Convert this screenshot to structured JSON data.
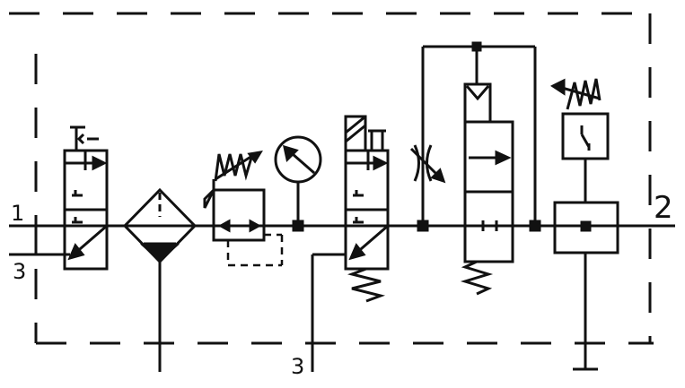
{
  "ports": {
    "inlet": "1",
    "outlet": "2",
    "exhaust_left": "3",
    "exhaust_bottom": "3"
  },
  "colors": {
    "line": "#111111",
    "background": "#ffffff"
  },
  "components": [
    "manual-shutoff-valve",
    "filter-with-drain",
    "pressure-regulator",
    "pressure-gauge",
    "solenoid-valve",
    "adjustable-throttle",
    "soft-start-valve",
    "pressure-switch",
    "distribution-block"
  ]
}
